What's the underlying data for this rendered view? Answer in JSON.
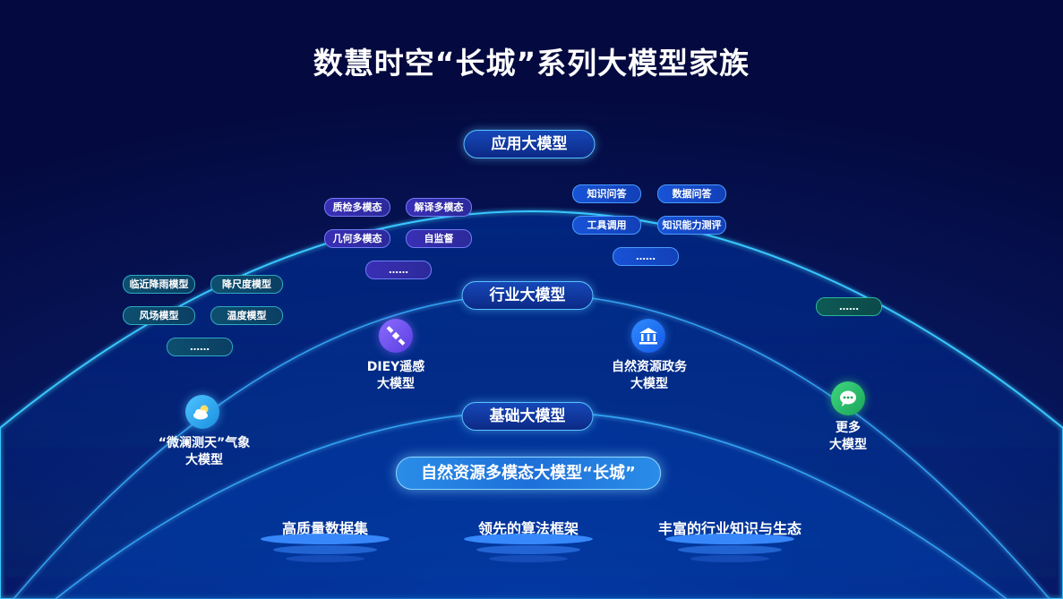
{
  "title": "数慧时空“长城”系列大模型家族",
  "layers": {
    "application": "应用大模型",
    "industry": "行业大模型",
    "foundation": "基础大模型"
  },
  "application_tags": {
    "left_group": [
      "质检多模态",
      "解译多模态",
      "几何多模态",
      "自监督",
      "……"
    ],
    "right_group": [
      "知识问答",
      "数据问答",
      "工具调用",
      "知识能力测评",
      "……"
    ],
    "weather_group": [
      "临近降雨模型",
      "降尺度模型",
      "风场模型",
      "温度模型",
      "……"
    ],
    "more_group": [
      "……"
    ]
  },
  "industry_models": [
    {
      "line1": "DIEY遥感",
      "line2": "大模型",
      "icon": "satellite-icon"
    },
    {
      "line1": "自然资源政务",
      "line2": "大模型",
      "icon": "government-building-icon"
    },
    {
      "line1": "“微澜测天”气象",
      "line2": "大模型",
      "icon": "weather-cloud-sun-icon"
    },
    {
      "line1": "更多",
      "line2": "大模型",
      "icon": "chat-more-icon"
    }
  ],
  "foundation": {
    "core_model": "自然资源多模态大模型“长城”",
    "pillars": [
      "高质量数据集",
      "领先的算法框架",
      "丰富的行业知识与生态"
    ]
  },
  "colors": {
    "arc_glow": "#39c6ff",
    "purple_tag": "#3a2fb5",
    "blue_tag": "#1853d6",
    "teal_tag": "#0d4f6f",
    "green_tag": "#0e5a55"
  }
}
